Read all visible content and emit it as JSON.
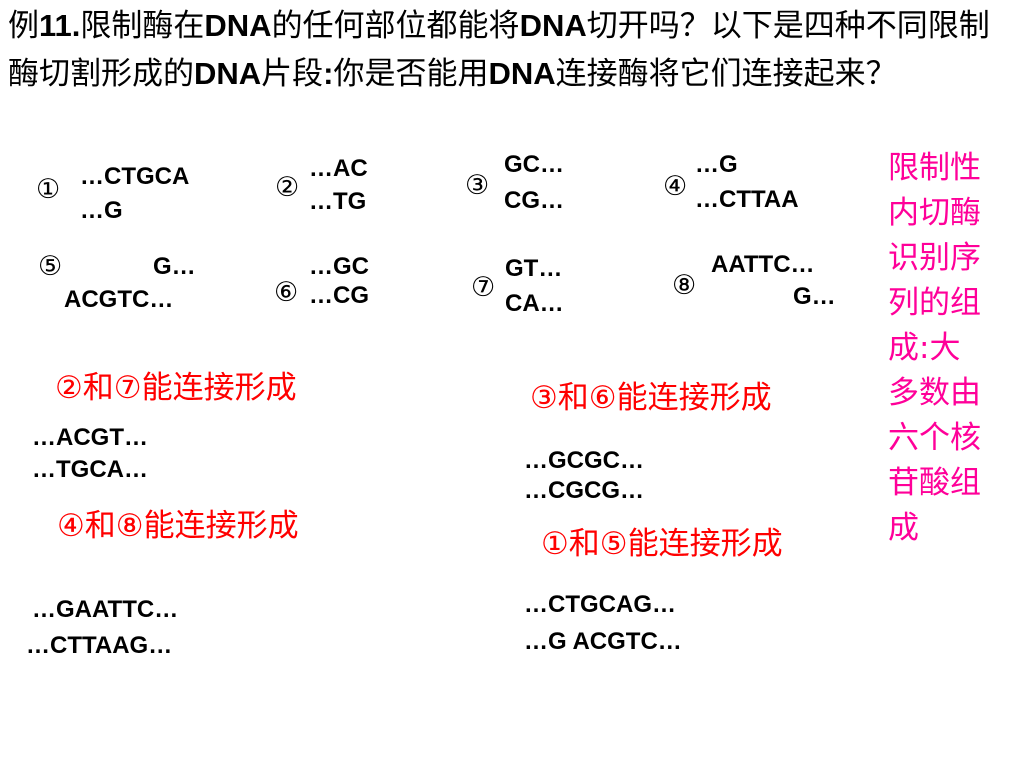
{
  "title": {
    "p1": "例",
    "p2": "11.",
    "p3": "限制酶在",
    "p4": "DNA",
    "p5": "的任何部位都能将",
    "p6": "DNA",
    "p7": "切开吗？以下是四种不同限制酶切割形成的",
    "p8": "DNA",
    "p9": "片段",
    "p10": ":",
    "p11": "你是否能用",
    "p12": "DNA",
    "p13": "连接酶将它们连接起来？"
  },
  "fragments": {
    "f1": {
      "mark": "①",
      "top": "…CTGCA",
      "bottom": "…G"
    },
    "f2": {
      "mark": "②",
      "top": "…AC",
      "bottom": "…TG"
    },
    "f3": {
      "mark": "③",
      "top": "GC…",
      "bottom": "CG…"
    },
    "f4": {
      "mark": "④",
      "top": "…G",
      "bottom": "…CTTAA"
    },
    "f5": {
      "mark": "⑤",
      "top": "G…",
      "bottom": "ACGTC…"
    },
    "f6": {
      "mark": "⑥",
      "top": "…GC",
      "bottom": "…CG"
    },
    "f7": {
      "mark": "⑦",
      "top": "GT…",
      "bottom": "CA…"
    },
    "f8": {
      "mark": "⑧",
      "top": "AATTC…",
      "bottom": "G…"
    }
  },
  "results": {
    "r27": {
      "label": "②和⑦能连接形成",
      "top": "…ACGT…",
      "bottom": "…TGCA…"
    },
    "r36": {
      "label": "③和⑥能连接形成",
      "top": "…GCGC…",
      "bottom": "…CGCG…"
    },
    "r48": {
      "label": "④和⑧能连接形成",
      "top": "…GAATTC…",
      "bottom": "…CTTAAG…"
    },
    "r15": {
      "label": "①和⑤能连接形成",
      "top": "…CTGCAG…",
      "bottom": "…G ACGTC…"
    }
  },
  "side_note": "限制性内切酶识别序列的组成:大多数由六个核苷酸组成",
  "colors": {
    "result_text": "#ff0000",
    "side_note": "#ff0099"
  }
}
